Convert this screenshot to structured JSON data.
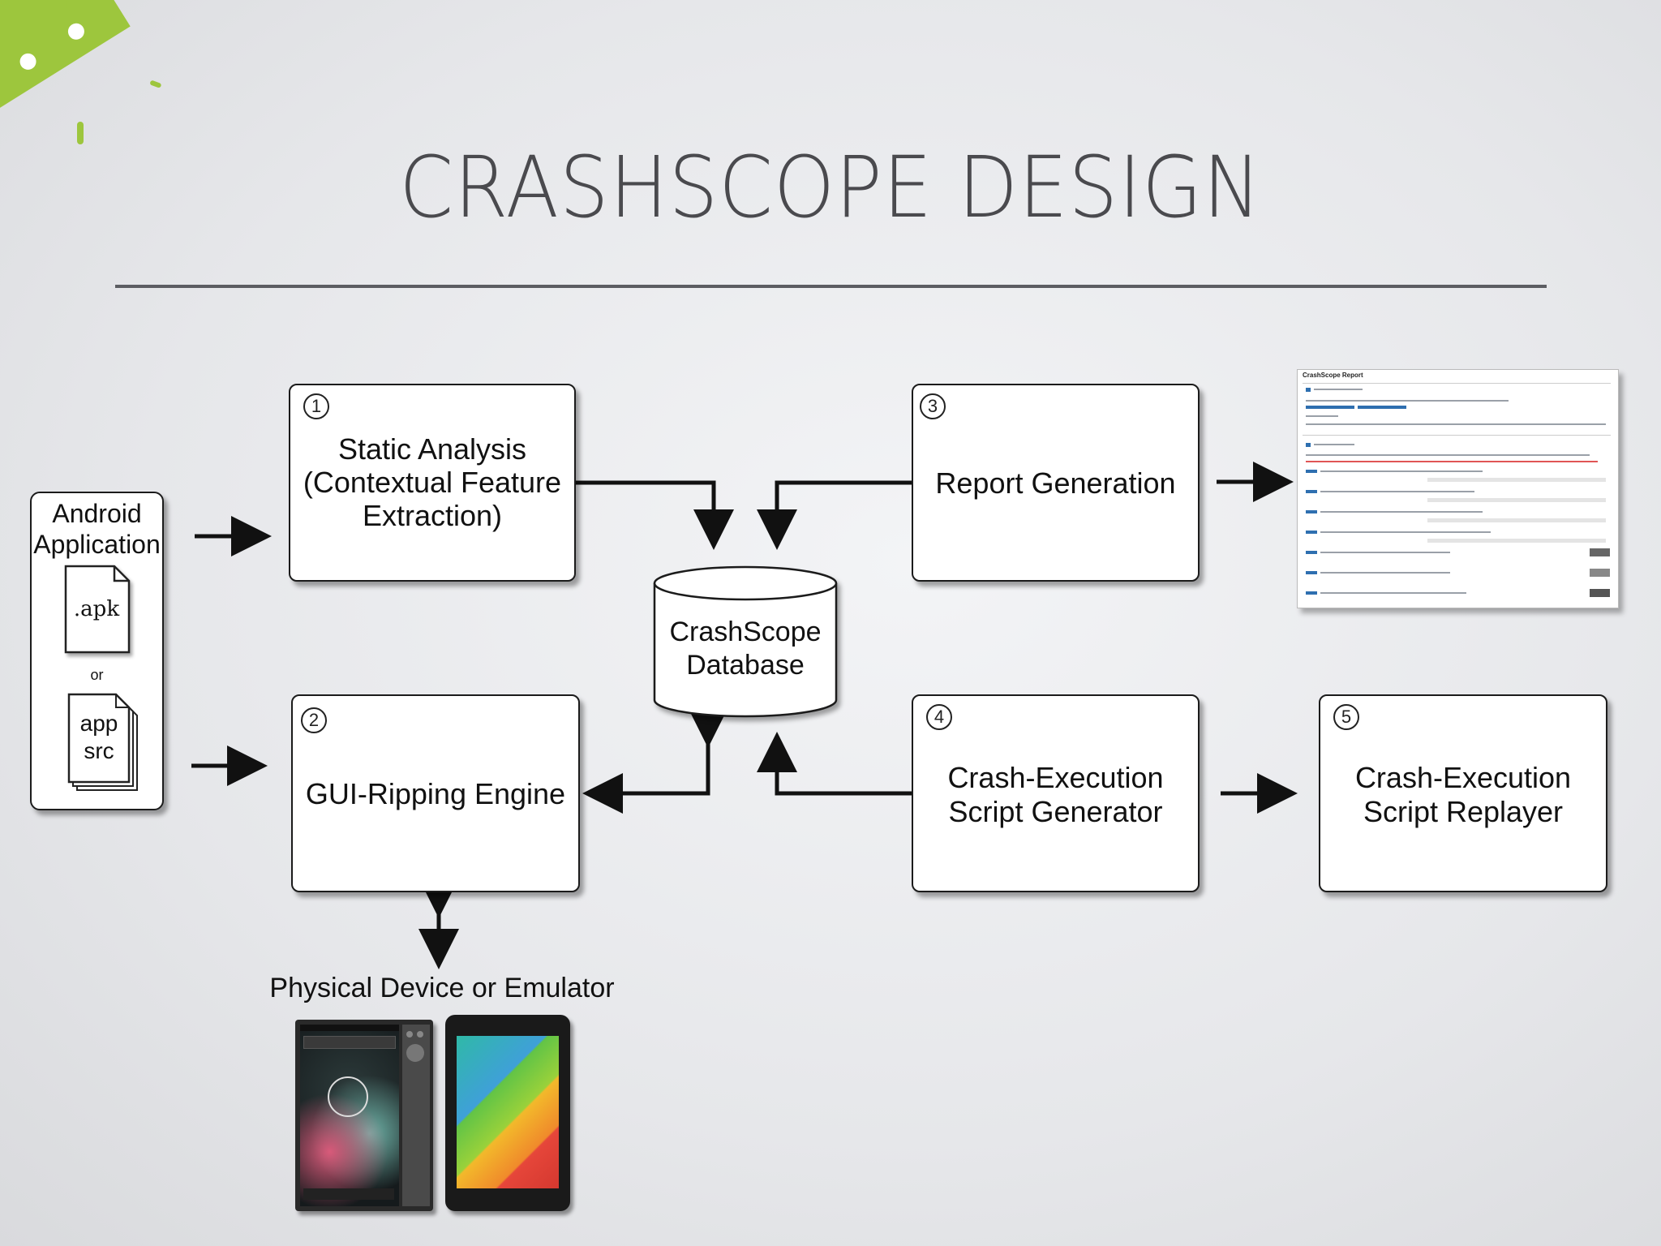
{
  "slide_title": "CRASHSCOPE DESIGN",
  "input": {
    "label_line1": "Android",
    "label_line2": "Application",
    "apk_label": ".apk",
    "or_label": "or",
    "src_line1": "app",
    "src_line2": "src"
  },
  "boxes": {
    "static_analysis": {
      "number": "1",
      "line1": "Static Analysis",
      "line2": "(Contextual Feature",
      "line3": "Extraction)"
    },
    "gui_ripping": {
      "number": "2",
      "line1": "GUI-Ripping Engine"
    },
    "report_generation": {
      "number": "3",
      "line1": "Report Generation"
    },
    "script_generator": {
      "number": "4",
      "line1": "Crash-Execution",
      "line2": "Script Generator"
    },
    "script_replayer": {
      "number": "5",
      "line1": "Crash-Execution",
      "line2": "Script Replayer"
    }
  },
  "database": {
    "line1": "CrashScope",
    "line2": "Database"
  },
  "device_label": "Physical Device or Emulator",
  "report_preview": {
    "title": "CrashScope Report"
  },
  "colors": {
    "android_green": "#9dc63d",
    "background": "#e9eaed",
    "rule": "#5c5d62"
  },
  "icons": [
    "android-logo-icon",
    "document-icon",
    "stacked-documents-icon",
    "database-cylinder-icon",
    "phone-emulator-icon",
    "tablet-icon"
  ]
}
